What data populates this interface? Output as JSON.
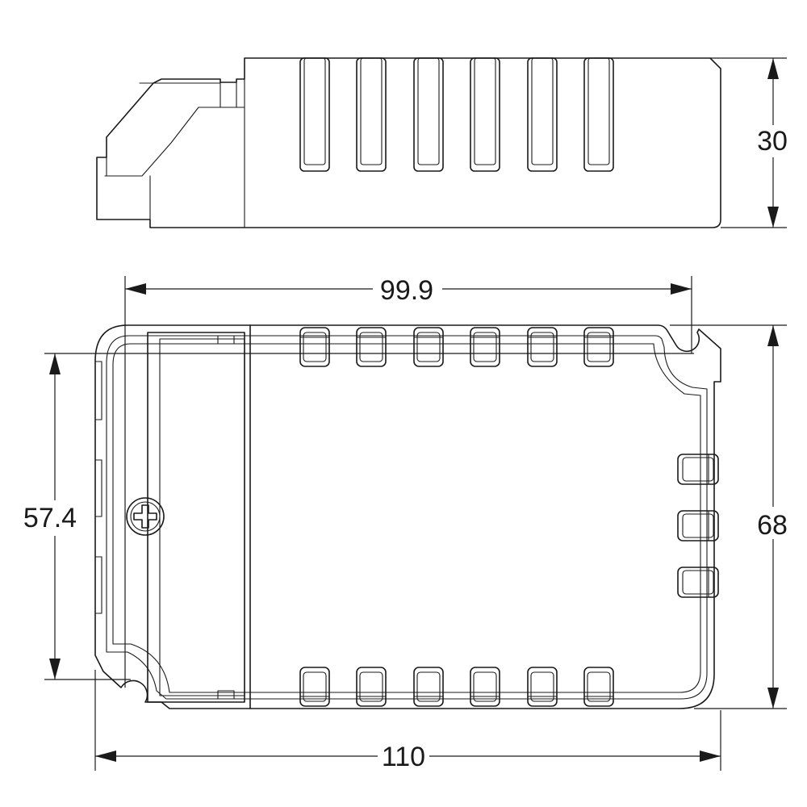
{
  "dimensions": {
    "height_side": "30",
    "length_mount": "99.9",
    "width_total": "68",
    "width_mount": "57.4",
    "length_total": "110"
  },
  "colors": {
    "line": "#1a1a1a",
    "background": "#ffffff"
  }
}
